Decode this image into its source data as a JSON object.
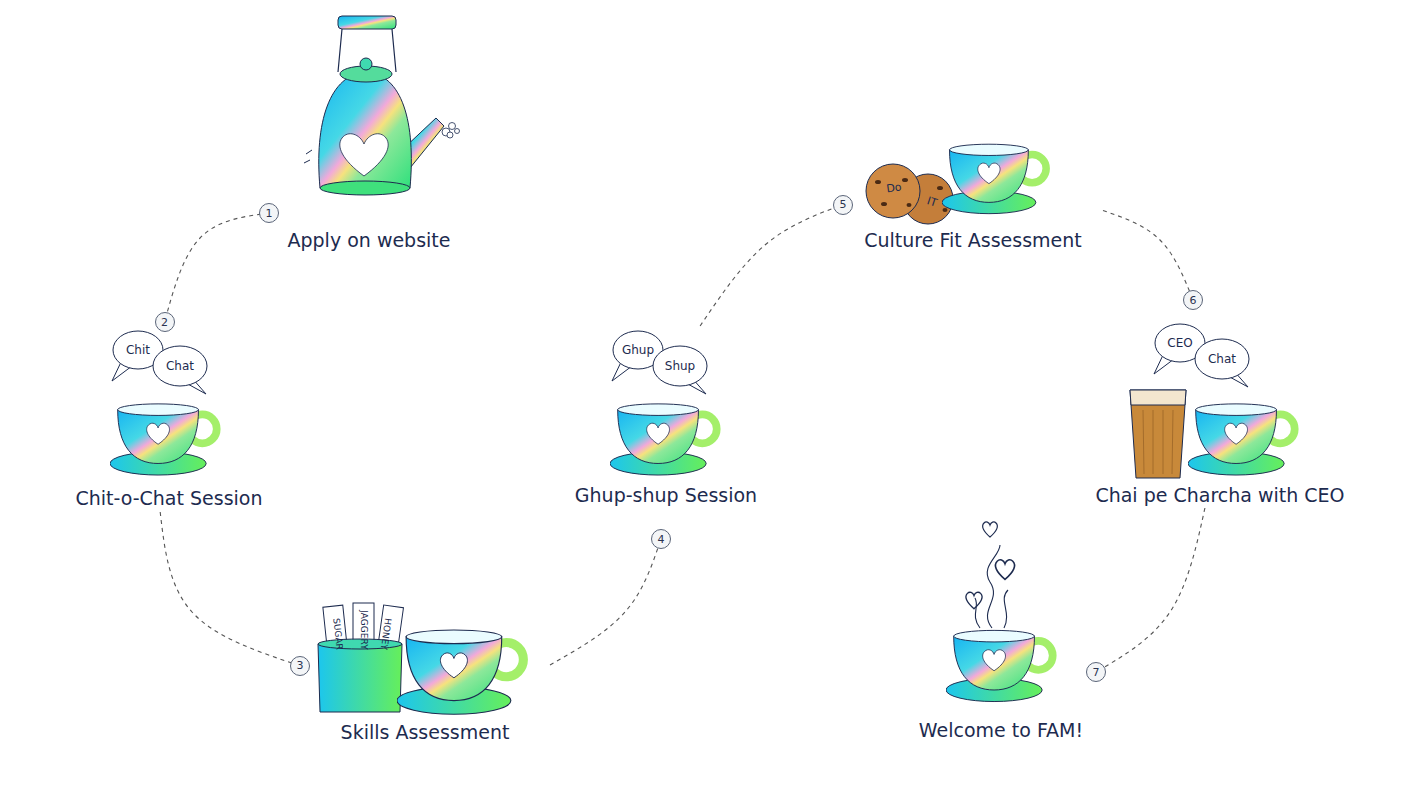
{
  "diagram": {
    "nodes": [
      {
        "text": [
          "Apply on website"
        ]
      },
      {
        "text": [
          "Chit-o-Chat Session"
        ]
      },
      {
        "text": [
          "Skills Assessment"
        ]
      },
      {
        "text": [
          "Ghup-shup Session"
        ]
      },
      {
        "text": [
          "Culture Fit Assessment"
        ]
      },
      {
        "text": [
          "Chai pe Charcha with CEO"
        ]
      },
      {
        "text": [
          "Welcome to FAM!"
        ]
      }
    ],
    "edges": [
      {
        "from": 0,
        "to": 1,
        "arrow": "none"
      },
      {
        "from": 1,
        "to": 2,
        "arrow": "none"
      },
      {
        "from": 2,
        "to": 3,
        "arrow": "none"
      },
      {
        "from": 3,
        "to": 4,
        "arrow": "none"
      },
      {
        "from": 4,
        "to": 5,
        "arrow": "none"
      },
      {
        "from": 5,
        "to": 6,
        "arrow": "none"
      }
    ],
    "labels": [
      "1",
      "2",
      "Chit",
      "Chat",
      "3",
      "SUGAR",
      "JAGGERY",
      "HONEY",
      "4",
      "Ghup",
      "Shup",
      "5",
      "Do",
      "IT",
      "6",
      "CEO",
      "Chat",
      "7"
    ]
  }
}
